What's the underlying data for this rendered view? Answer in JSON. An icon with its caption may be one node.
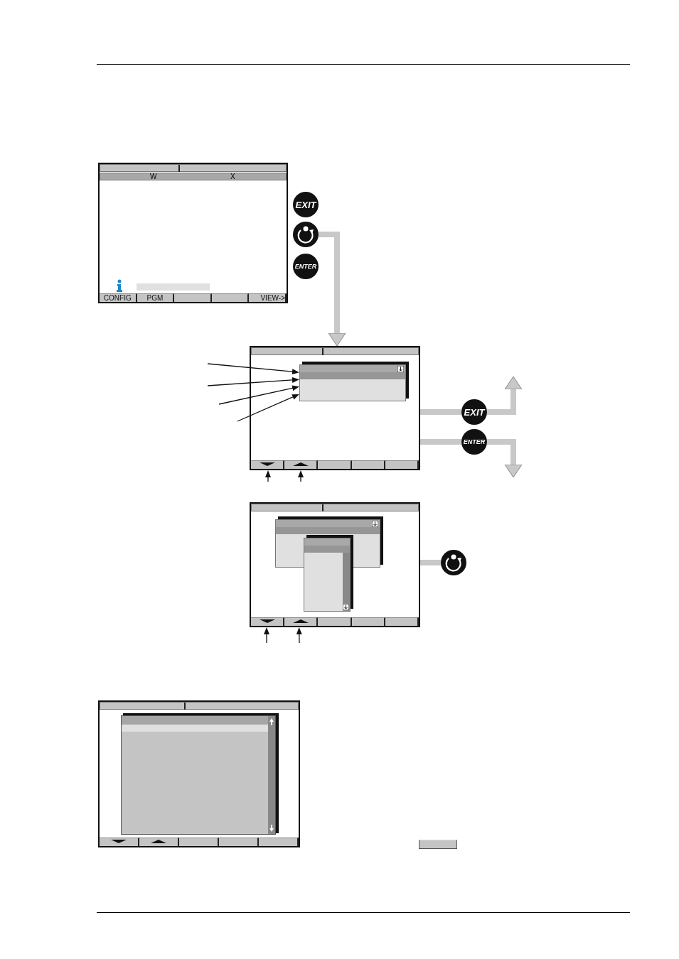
{
  "diagram": {
    "nodes": [
      {
        "text": [
          "W",
          "X",
          "CONFIG",
          "PGM",
          "VIEW->"
        ]
      },
      {
        "text": [
          "EXIT"
        ]
      },
      {
        "text": [],
        "shape": "circle"
      },
      {
        "text": [
          "ENTER"
        ]
      },
      {
        "text": [],
        "shape": "box"
      },
      {
        "text": [],
        "shape": "box",
        "in": 4
      },
      {
        "text": [
          "EXIT"
        ]
      },
      {
        "text": [
          "ENTER"
        ]
      },
      {
        "text": [],
        "shape": "box"
      },
      {
        "text": [],
        "shape": "circle"
      },
      {
        "text": [],
        "shape": "box"
      },
      {
        "text": [],
        "shape": "box"
      }
    ],
    "edges": [
      {
        "from": 2,
        "to": 4,
        "arrow": "to",
        "style": "thick",
        "color": "#c8c8c8"
      },
      {
        "from": null,
        "to": 5,
        "arrow": "to"
      },
      {
        "from": null,
        "to": 5,
        "arrow": "to"
      },
      {
        "from": null,
        "to": 5,
        "arrow": "to"
      },
      {
        "from": null,
        "to": 5,
        "arrow": "to"
      },
      {
        "from": null,
        "to": 4,
        "arrow": "to"
      },
      {
        "from": null,
        "to": 4,
        "arrow": "to"
      },
      {
        "from": 4,
        "to": 6,
        "arrow": "none",
        "style": "thick",
        "color": "#c8c8c8"
      },
      {
        "from": 6,
        "to": null,
        "arrow": "to",
        "style": "thick",
        "color": "#c8c8c8"
      },
      {
        "from": 4,
        "to": 7,
        "arrow": "none",
        "style": "thick",
        "color": "#c8c8c8"
      },
      {
        "from": 7,
        "to": null,
        "arrow": "to",
        "style": "thick",
        "color": "#c8c8c8"
      },
      {
        "from": 8,
        "to": 9,
        "arrow": "none",
        "style": "thick",
        "color": "#c8c8c8"
      },
      {
        "from": null,
        "to": 8,
        "arrow": "to"
      },
      {
        "from": null,
        "to": 8,
        "arrow": "to"
      }
    ]
  }
}
